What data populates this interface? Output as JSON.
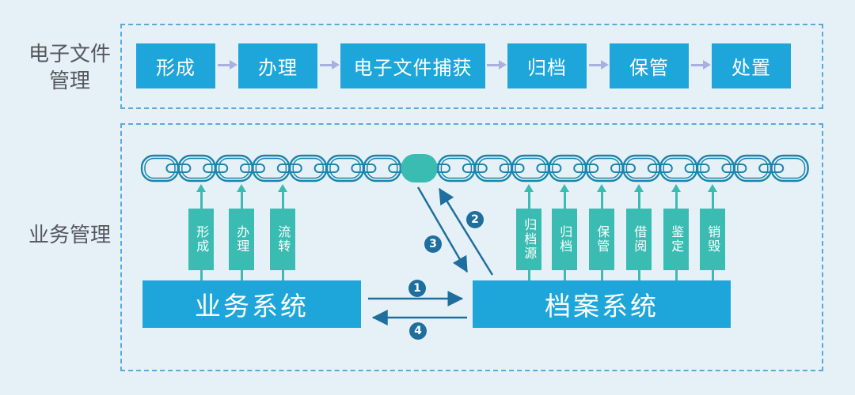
{
  "labels": {
    "electronic_file_management": "电子文件管理",
    "business_management": "业务管理"
  },
  "flow": {
    "steps": [
      "形成",
      "办理",
      "电子文件捕获",
      "归档",
      "保管",
      "处置"
    ]
  },
  "business_system": {
    "title": "业务系统",
    "pillars": [
      "形成",
      "办理",
      "流转"
    ]
  },
  "archive_system": {
    "title": "档案系统",
    "pillars": [
      "归档源",
      "归档",
      "保管",
      "借阅",
      "鉴定",
      "销毁"
    ]
  },
  "sequence_badges": [
    "1",
    "2",
    "3",
    "4"
  ],
  "colors": {
    "background": "#e6f1f7",
    "box_blue": "#1ea6db",
    "teal": "#3abcb2",
    "chain_stroke": "#1b85ac",
    "dark_arrow": "#1f6f9e",
    "flow_arrow": "#a9b0e0",
    "dashed_border": "#5aa9dd",
    "label_gray": "#55585c"
  }
}
